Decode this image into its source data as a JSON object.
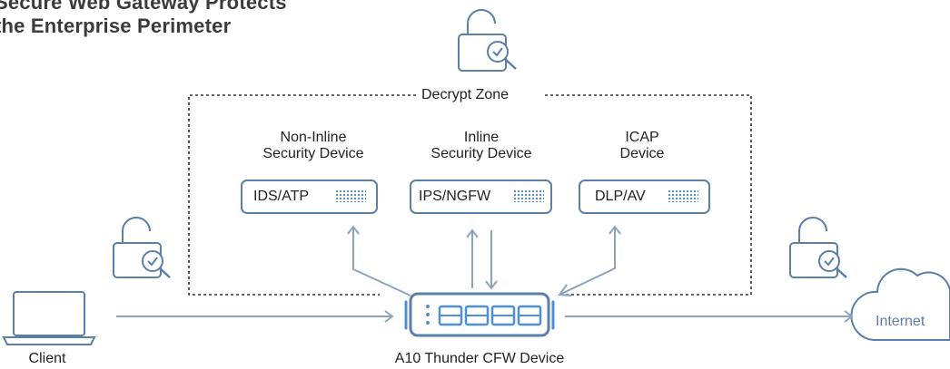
{
  "title": {
    "line1": "Secure Web Gateway Protects",
    "line2": "the Enterprise Perimeter"
  },
  "zone": {
    "label": "Decrypt Zone"
  },
  "devices": [
    {
      "heading1": "Non-Inline",
      "heading2": "Security Device",
      "name": "IDS/ATP"
    },
    {
      "heading1": "Inline",
      "heading2": "Security Device",
      "name": "IPS/NGFW"
    },
    {
      "heading1": "ICAP",
      "heading2": "Device",
      "name": "DLP/AV"
    }
  ],
  "client": {
    "label": "Client"
  },
  "appliance": {
    "label": "A10 Thunder CFW Device"
  },
  "internet": {
    "label": "Internet"
  },
  "colors": {
    "line": "#5a7fa8",
    "accent": "#4f8fd8",
    "arrow": "#8ea4bb",
    "zone_border": "#333333"
  }
}
